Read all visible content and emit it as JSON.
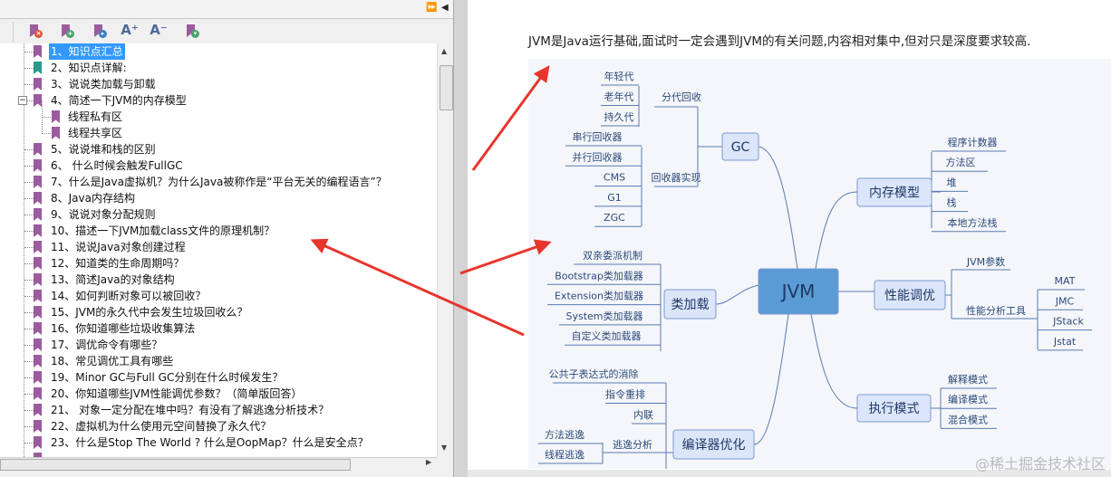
{
  "panel": {
    "collapse_label": "⏩",
    "pin_label": "◀"
  },
  "toolbar": [
    {
      "name": "delete-bookmark",
      "glyph": "×",
      "color": "#e0533a"
    },
    {
      "name": "add-bookmark",
      "glyph": "+",
      "color": "#4aa36e"
    },
    {
      "name": "goto-bookmark",
      "glyph": "▸",
      "color": "#3a7fc0"
    },
    {
      "name": "font-increase",
      "glyph": "A⁺"
    },
    {
      "name": "font-decrease",
      "glyph": "A⁻"
    },
    {
      "name": "bookmark-options",
      "glyph": "▾",
      "color": "#4aa36e"
    }
  ],
  "colors": {
    "bookmark": "#9c5b9e",
    "bookmark_alt": "#2a9a8e",
    "selection": "#3399ff",
    "node_fill": "#dbe6fb",
    "center_fill": "#5b9bd5",
    "arrow": "#e8362d"
  },
  "tree": [
    "1、知识点汇总",
    "2、知识点详解:",
    "3、说说类加载与卸载",
    "4、简述一下JVM的内存模型",
    "线程私有区",
    "线程共享区",
    "5、说说堆和栈的区别",
    "6、 什么时候会触发FullGC",
    "7、什么是Java虚拟机？为什么Java被称作是“平台无关的编程语言”？",
    "8、Java内存结构",
    "9、说说对象分配规则",
    "10、描述一下JVM加载class文件的原理机制？",
    "11、说说Java对象创建过程",
    "12、知道类的生命周期吗？",
    "13、简述Java的对象结构",
    "14、如何判断对象可以被回收？",
    "15、JVM的永久代中会发生垃圾回收么？",
    "16、你知道哪些垃圾收集算法",
    "17、调优命令有哪些？",
    "18、常见调优工具有哪些",
    "19、Minor GC与Full GC分别在什么时候发生？",
    "20、你知道哪些JVM性能调优参数？（简单版回答）",
    "21、 对象一定分配在堆中吗？有没有了解逃逸分析技术？",
    "22、虚拟机为什么使用元空间替换了永久代？",
    "23、什么是Stop The World ? 什么是OopMap？什么是安全点？"
  ],
  "headline": "JVM是Java运行基础,面试时一定会遇到JVM的有关问题,内容相对集中,但对只是深度要求较高.",
  "mindmap": {
    "center": "JVM",
    "gc": {
      "label": "GC",
      "gen": "分代回收",
      "gen_items": [
        "年轻代",
        "老年代",
        "持久代"
      ],
      "impl": "回收器实现",
      "impl_items": [
        "串行回收器",
        "并行回收器",
        "CMS",
        "G1",
        "ZGC"
      ]
    },
    "memory": {
      "label": "内存模型",
      "items": [
        "程序计数器",
        "方法区",
        "堆",
        "栈",
        "本地方法栈"
      ]
    },
    "classload": {
      "label": "类加载",
      "items": [
        "双亲委派机制",
        "Bootstrap类加载器",
        "Extension类加载器",
        "System类加载器",
        "自定义类加载器"
      ]
    },
    "tuning": {
      "label": "性能调优",
      "param": "JVM参数",
      "tools": "性能分析工具",
      "tool_items": [
        "MAT",
        "JMC",
        "JStack",
        "Jstat"
      ]
    },
    "exec": {
      "label": "执行模式",
      "items": [
        "解释模式",
        "编译模式",
        "混合模式"
      ]
    },
    "compiler": {
      "label": "编译器优化",
      "items": [
        "公共子表达式的消除",
        "指令重排",
        "内联"
      ],
      "escape": "逃逸分析",
      "escape_items": [
        "方法逃逸",
        "线程逃逸"
      ]
    },
    "watermark": "@稀土掘金技术社区"
  }
}
